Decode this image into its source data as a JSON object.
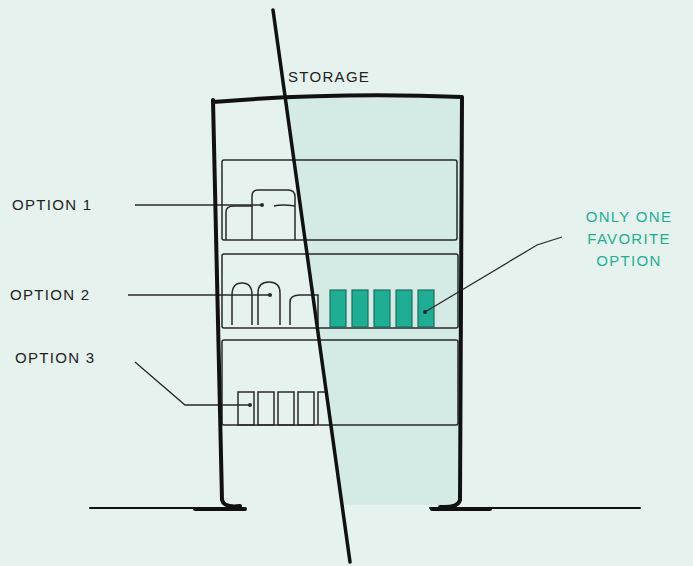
{
  "diagram": {
    "nodes": [
      {
        "text": [
          "STORAGE"
        ]
      }
    ],
    "labels": [
      "OPTION 1",
      "OPTION 2",
      "OPTION 3",
      "ONLY ONE FAVORITE OPTION"
    ]
  }
}
